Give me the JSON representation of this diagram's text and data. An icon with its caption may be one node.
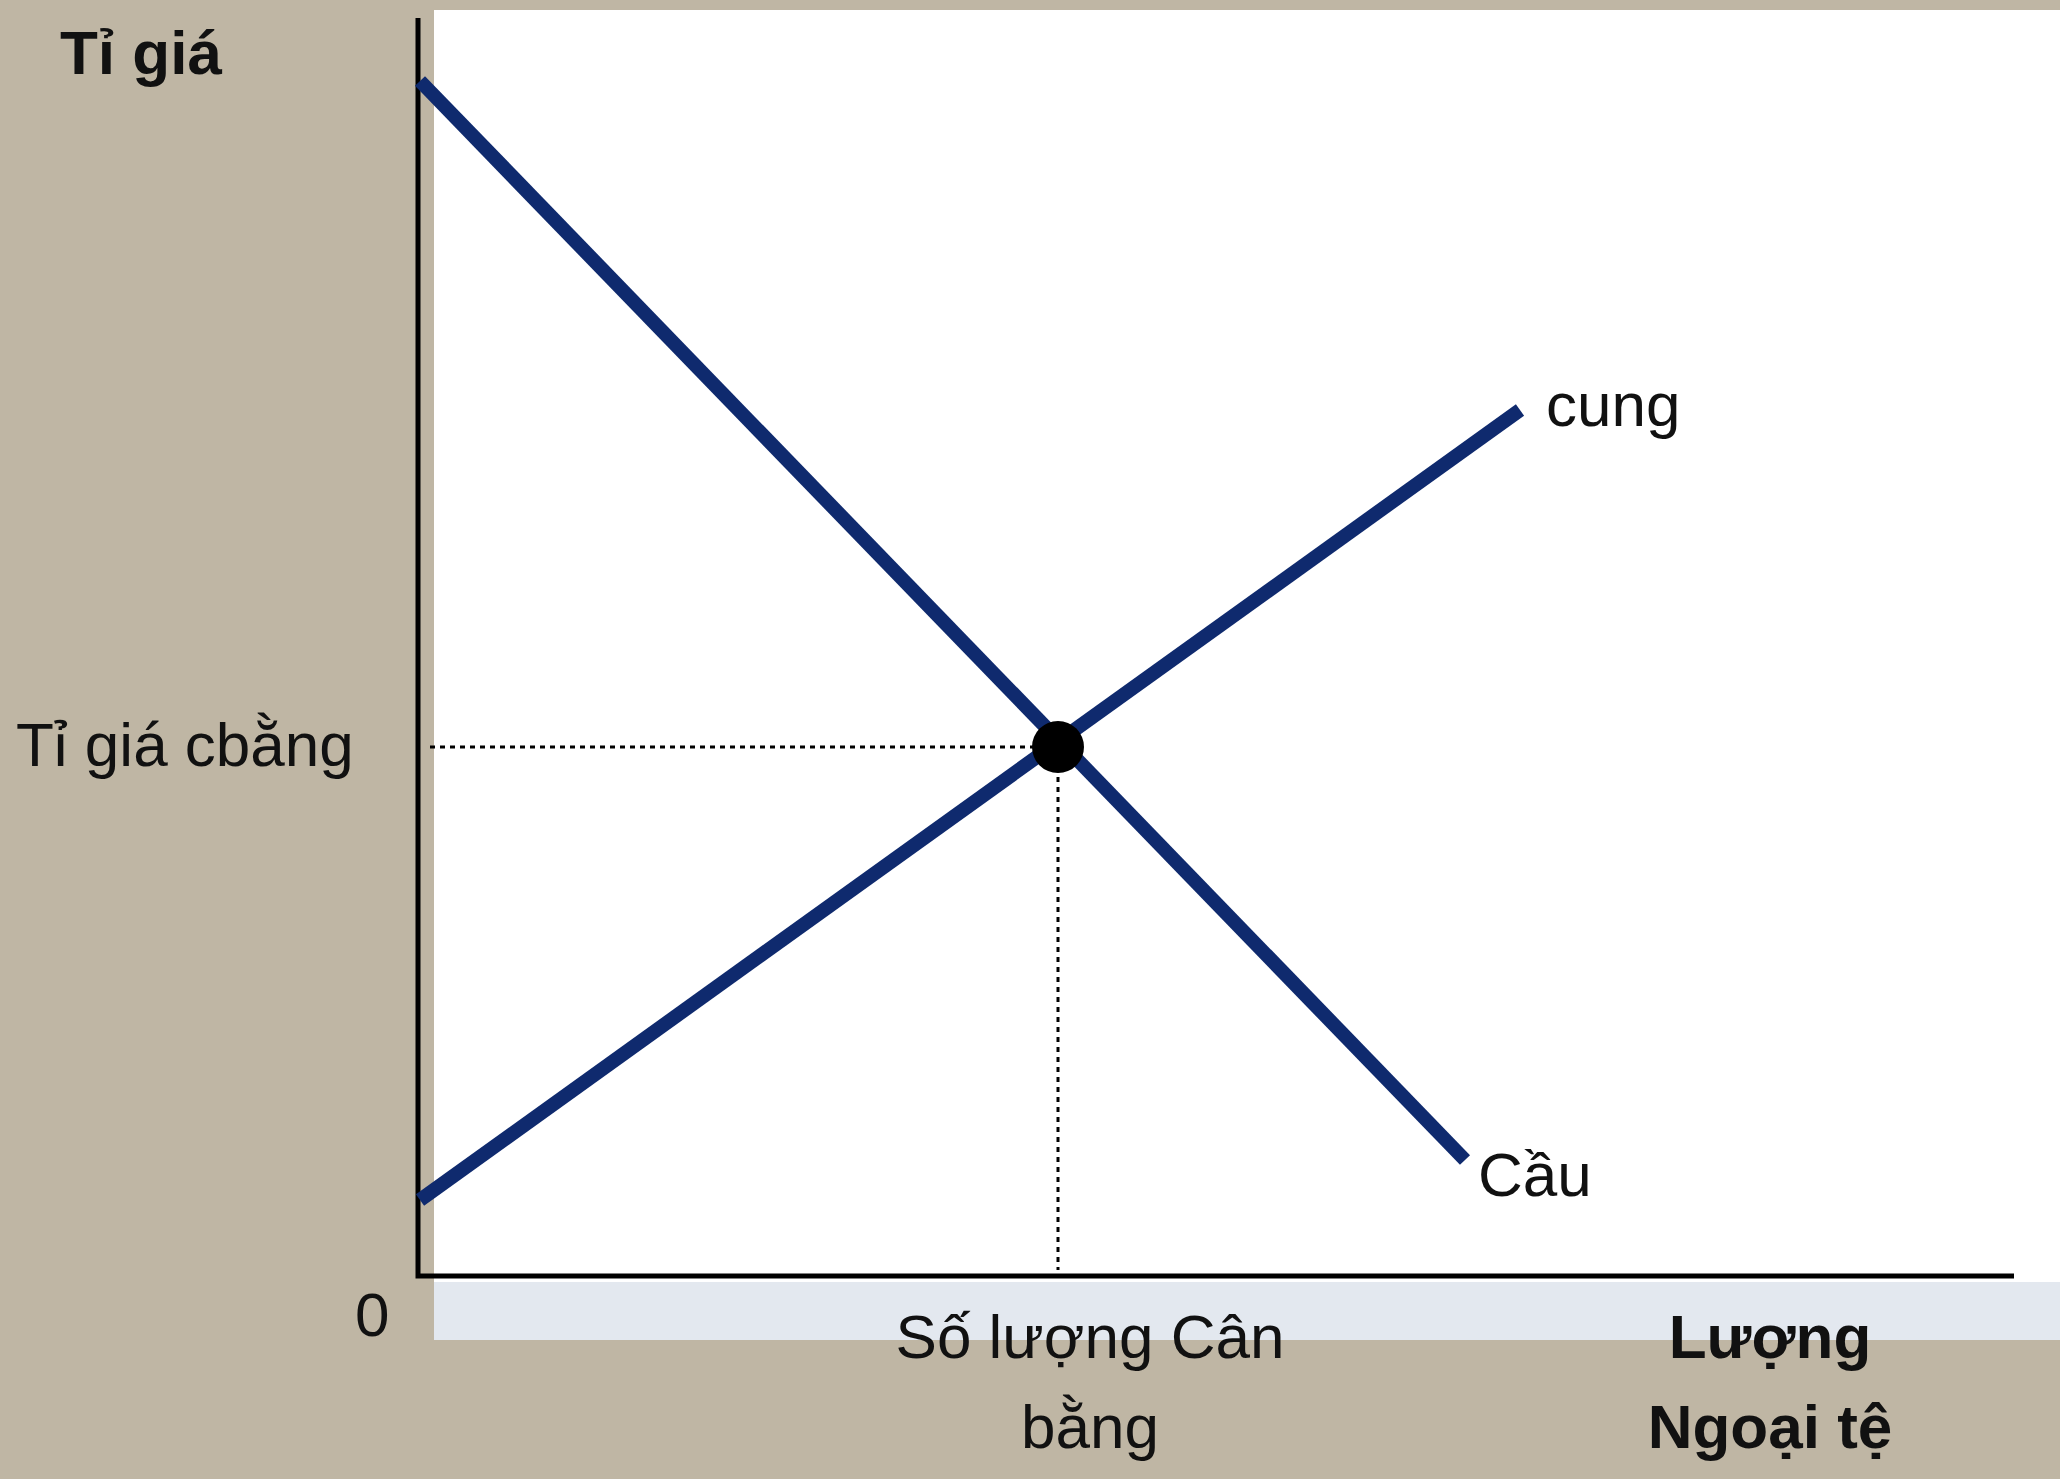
{
  "diagram": {
    "labels": [
      "Tỉ giá",
      "cung",
      "Tỉ giá cbằng",
      "Cầu",
      "0",
      "Số lượng Cân bằng",
      "Lượng Ngoại tệ"
    ]
  }
}
